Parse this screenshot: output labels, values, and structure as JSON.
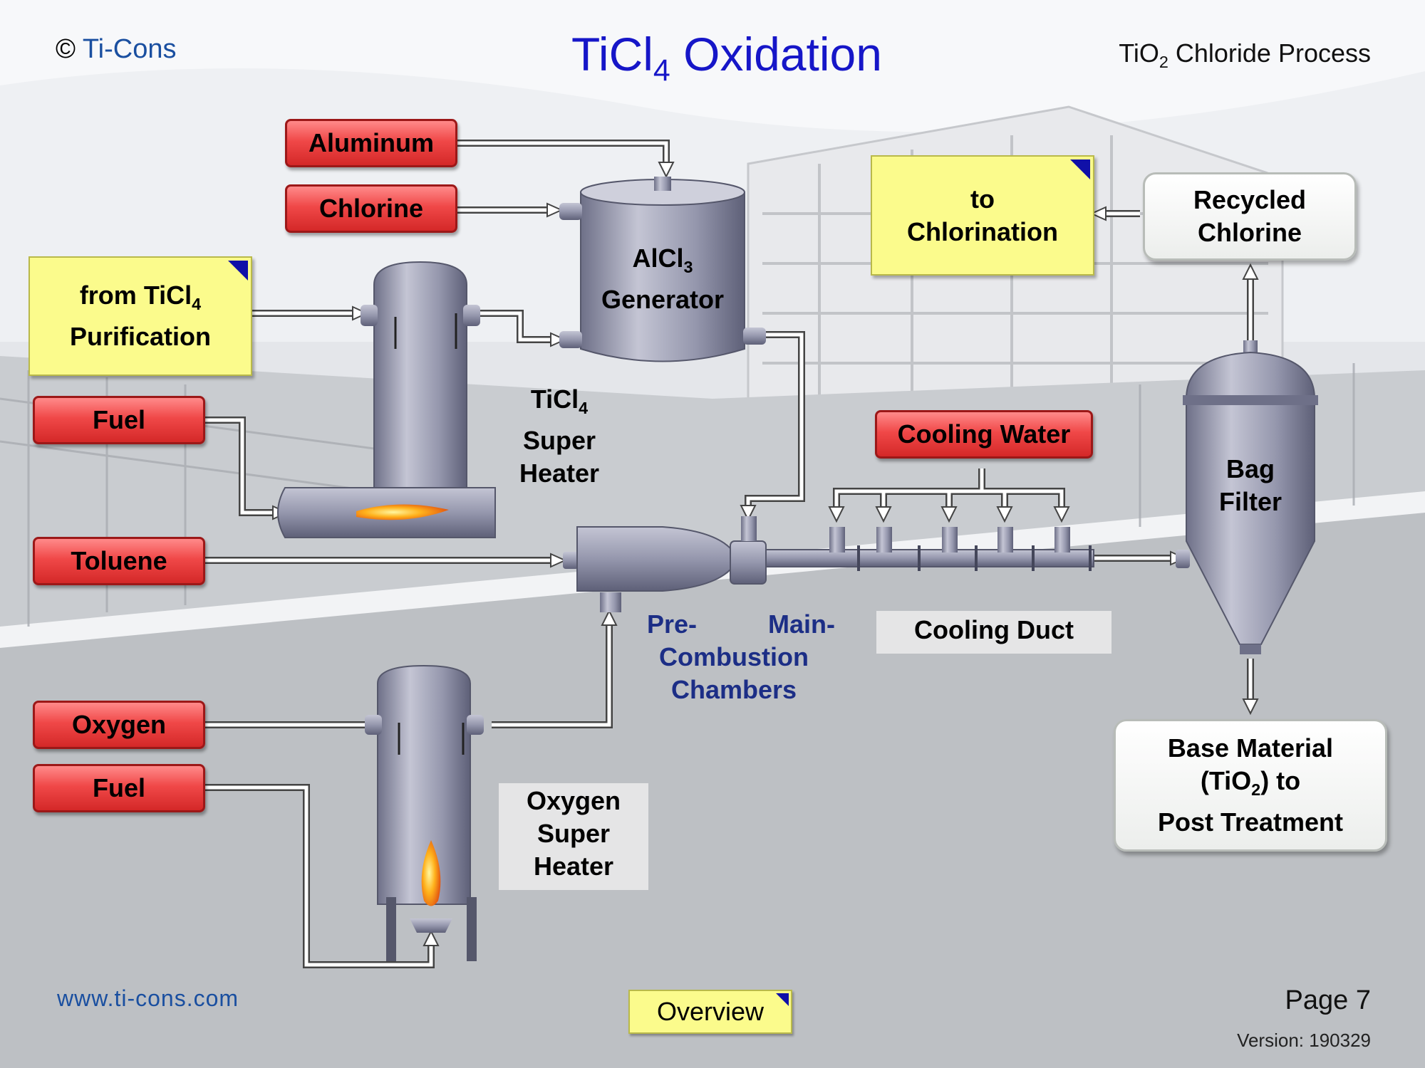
{
  "header": {
    "copyright_symbol": "©",
    "brand": "Ti-Cons",
    "title_prefix": "TiCl",
    "title_sub": "4",
    "title_suffix": " Oxidation",
    "process_prefix": "TiO",
    "process_sub": "2",
    "process_suffix": " Chloride Process"
  },
  "inputs": {
    "aluminum": "Aluminum",
    "chlorine": "Chlorine",
    "fuel_top": "Fuel",
    "toluene": "Toluene",
    "oxygen": "Oxygen",
    "fuel_bottom": "Fuel",
    "cooling_water": "Cooling Water"
  },
  "links": {
    "from_purification_l1_prefix": "from TiCl",
    "from_purification_l1_sub": "4",
    "from_purification_l2": "Purification",
    "to_chlorination_l1": "to",
    "to_chlorination_l2": "Chlorination",
    "overview": "Overview"
  },
  "outputs": {
    "recycled_l1": "Recycled",
    "recycled_l2": "Chlorine",
    "base_l1": "Base Material",
    "base_l2_prefix": "(TiO",
    "base_l2_sub": "2",
    "base_l2_suffix": ") to",
    "base_l3": "Post Treatment"
  },
  "equipment": {
    "alcl3_prefix": "AlCl",
    "alcl3_sub": "3",
    "alcl3_l2": "Generator",
    "ticl4_heater_prefix": "TiCl",
    "ticl4_heater_sub": "4",
    "ticl4_heater_l2": "Super",
    "ticl4_heater_l3": "Heater",
    "pre": "Pre-",
    "main": "Main-",
    "combustion": "Combustion",
    "chambers": "Chambers",
    "cooling_duct": "Cooling Duct",
    "bag_l1": "Bag",
    "bag_l2": "Filter",
    "oxygen_heater_l1": "Oxygen",
    "oxygen_heater_l2": "Super",
    "oxygen_heater_l3": "Heater"
  },
  "footer": {
    "website": "www.ti-cons.com",
    "page": "Page 7",
    "version": "Version: 190329"
  },
  "colors": {
    "title_blue": "#1616c8",
    "input_red": "#f04848",
    "link_yellow": "#fbfb8c",
    "corner_blue": "#1010a8",
    "vessel_grey": "#8c8ea4"
  }
}
